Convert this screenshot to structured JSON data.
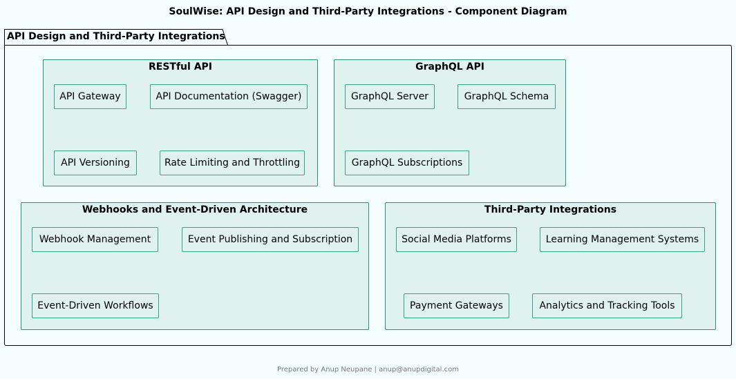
{
  "title": "SoulWise: API Design and Third-Party Integrations - Component Diagram",
  "package": {
    "label": "API Design and Third-Party Integrations"
  },
  "groups": {
    "restful": {
      "title": "RESTful API",
      "components": [
        "API Gateway",
        "API Documentation (Swagger)",
        "API Versioning",
        "Rate Limiting and Throttling"
      ]
    },
    "graphql": {
      "title": "GraphQL API",
      "components": [
        "GraphQL Server",
        "GraphQL Schema",
        "GraphQL Subscriptions"
      ]
    },
    "webhooks": {
      "title": "Webhooks and Event-Driven Architecture",
      "components": [
        "Webhook Management",
        "Event Publishing and Subscription",
        "Event-Driven Workflows"
      ]
    },
    "third_party": {
      "title": "Third-Party Integrations",
      "components": [
        "Social Media Platforms",
        "Learning Management Systems",
        "Payment Gateways",
        "Analytics and Tracking Tools"
      ]
    }
  },
  "footer": "Prepared by Anup Neupane | anup@anupdigital.com"
}
